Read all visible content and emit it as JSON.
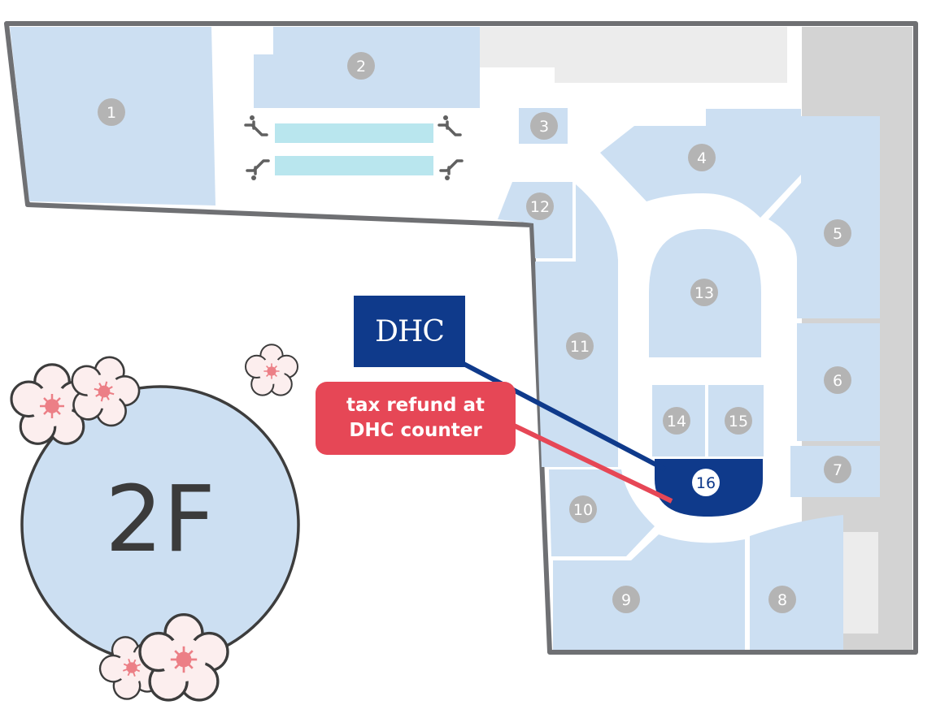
{
  "floor": {
    "label": "2F"
  },
  "brand": {
    "logo_text": "DHC",
    "color": "#0f3a8b"
  },
  "callout": {
    "line1": "tax refund at",
    "line2": "DHC counter",
    "color": "#e64756"
  },
  "stores": [
    {
      "number": "1"
    },
    {
      "number": "2"
    },
    {
      "number": "3"
    },
    {
      "number": "4"
    },
    {
      "number": "5"
    },
    {
      "number": "6"
    },
    {
      "number": "7"
    },
    {
      "number": "8"
    },
    {
      "number": "9"
    },
    {
      "number": "10"
    },
    {
      "number": "11"
    },
    {
      "number": "12"
    },
    {
      "number": "13"
    },
    {
      "number": "14"
    },
    {
      "number": "15"
    },
    {
      "number": "16",
      "highlighted": true
    }
  ],
  "icons": [
    "escalator-down-icon",
    "escalator-up-icon",
    "cherry-blossom-icon"
  ],
  "colors": {
    "store_fill": "#ccdff2",
    "badge_fill": "#b4b4b4",
    "outline": "#6f7073",
    "escalator_fill": "#b9e6ee"
  }
}
